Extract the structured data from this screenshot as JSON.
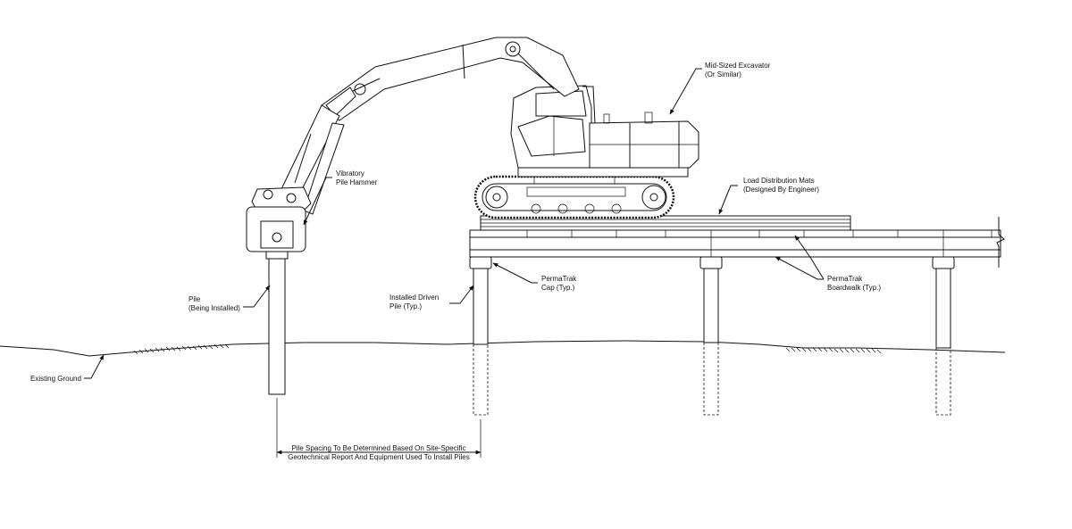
{
  "labels": {
    "excavator_line1": "Mid-Sized Excavator",
    "excavator_line2": "(Or Similar)",
    "hammer_line1": "Vibratory",
    "hammer_line2": "Pile Hammer",
    "mats_line1": "Load Distribution Mats",
    "mats_line2": "(Designed By Engineer)",
    "cap_line1": "PermaTrak",
    "cap_line2": "Cap (Typ.)",
    "boardwalk_line1": "PermaTrak",
    "boardwalk_line2": "Boardwalk (Typ.)",
    "driven_pile_line1": "Installed Driven",
    "driven_pile_line2": "Pile (Typ.)",
    "pile_line1": "Pile",
    "pile_line2": "(Being Installed)",
    "ground": "Existing Ground",
    "spacing_line1": "Pile Spacing To Be Determined Based On Site-Specific",
    "spacing_line2": "Geotechnical Report And Equipment Used To Install Piles"
  }
}
